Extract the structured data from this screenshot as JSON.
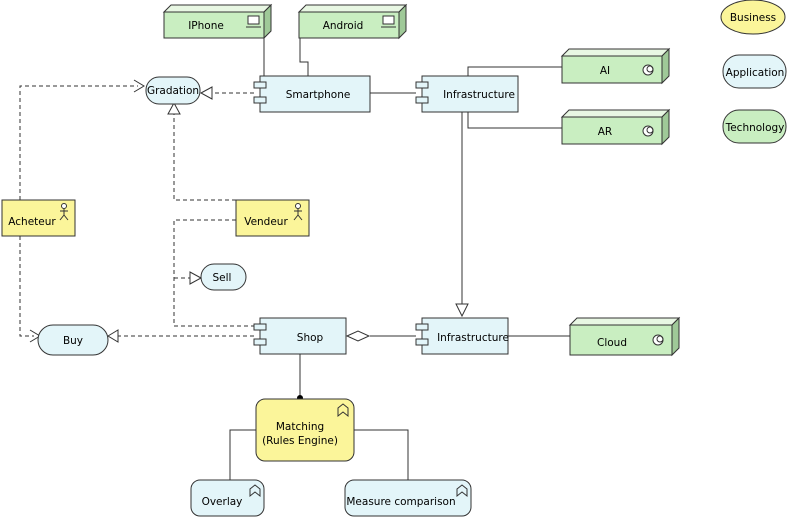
{
  "legend": {
    "business": "Business",
    "application": "Application",
    "technology": "Technology"
  },
  "nodes": {
    "iphone": "IPhone",
    "android": "Android",
    "ai": "AI",
    "ar": "AR",
    "cloud": "Cloud",
    "gradation": "Gradation",
    "smartphone": "Smartphone",
    "infrastructure_top": "Infrastructure",
    "infrastructure_bottom": "Infrastructure",
    "acheteur": "Acheteur",
    "vendeur": "Vendeur",
    "sell": "Sell",
    "buy": "Buy",
    "shop": "Shop",
    "matching_line1": "Matching",
    "matching_line2": "(Rules Engine)",
    "overlay": "Overlay",
    "measure": "Measure comparison"
  },
  "colors": {
    "application": "#e3f5f9",
    "technology": "#c9eec1",
    "business": "#fbf59a"
  }
}
